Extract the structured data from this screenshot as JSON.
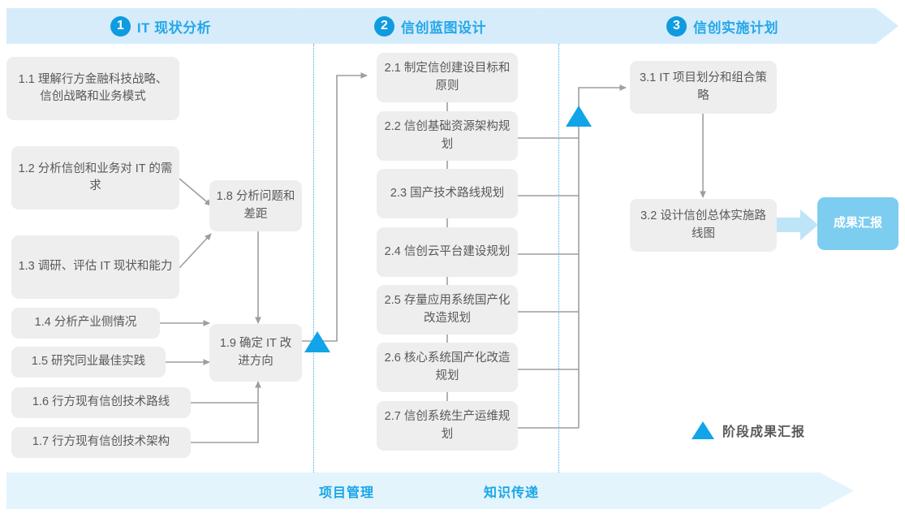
{
  "phases": [
    {
      "num": "1",
      "label": "IT 现状分析"
    },
    {
      "num": "2",
      "label": "信创蓝图设计"
    },
    {
      "num": "3",
      "label": "信创实施计划"
    }
  ],
  "colors": {
    "phase_band": "#d6ecfb",
    "accent_blue": "#25a7e8",
    "num_circle": "#0f9bdf",
    "box_fill": "#eeeeee",
    "box_text": "#595959",
    "result_fill": "#7dcdf0",
    "bottom_band": "#e3f4fc",
    "milestone": "#12a4e8",
    "connector": "#9e9e9e",
    "divider_dotted": "#3fb3ea"
  },
  "column1": [
    {
      "id": "1.1",
      "text": "1.1 理解行方金融科技战略、信创战略和业务模式"
    },
    {
      "id": "1.2",
      "text": "1.2 分析信创和业务对 IT 的需求"
    },
    {
      "id": "1.3",
      "text": "1.3 调研、评估 IT 现状和能力"
    },
    {
      "id": "1.4",
      "text": "1.4 分析产业侧情况"
    },
    {
      "id": "1.5",
      "text": "1.5 研究同业最佳实践"
    },
    {
      "id": "1.6",
      "text": "1.6 行方现有信创技术路线"
    },
    {
      "id": "1.7",
      "text": "1.7 行方现有信创技术架构"
    }
  ],
  "column1b": [
    {
      "id": "1.8",
      "text": "1.8 分析问题和差距"
    },
    {
      "id": "1.9",
      "text": "1.9 确定 IT 改进方向"
    }
  ],
  "column2": [
    {
      "id": "2.1",
      "text": "2.1 制定信创建设目标和原则"
    },
    {
      "id": "2.2",
      "text": "2.2 信创基础资源架构规划"
    },
    {
      "id": "2.3",
      "text": "2.3 国产技术路线规划"
    },
    {
      "id": "2.4",
      "text": "2.4 信创云平台建设规划"
    },
    {
      "id": "2.5",
      "text": "2.5 存量应用系统国产化改造规划"
    },
    {
      "id": "2.6",
      "text": "2.6 核心系统国产化改造规划"
    },
    {
      "id": "2.7",
      "text": "2.7 信创系统生产运维规划"
    }
  ],
  "column3": [
    {
      "id": "3.1",
      "text": "3.1 IT 项目划分和组合策略"
    },
    {
      "id": "3.2",
      "text": "3.2 设计信创总体实施路线图"
    }
  ],
  "result": {
    "text": "成果汇报"
  },
  "legend": {
    "icon": "triangle-icon",
    "text": "阶段成果汇报"
  },
  "bottom_band": {
    "items": [
      {
        "label": "项目管理"
      },
      {
        "label": "知识传递"
      }
    ]
  }
}
